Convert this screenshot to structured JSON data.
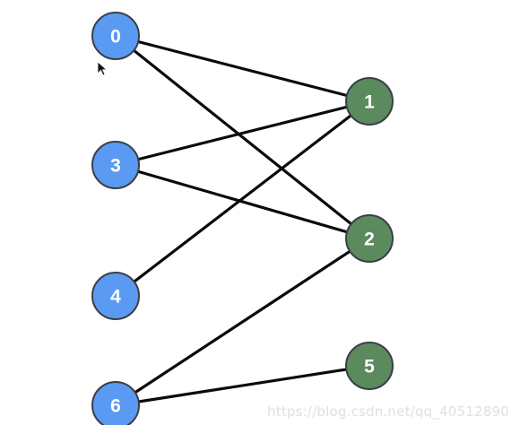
{
  "graph": {
    "colors": {
      "left": "#5b9af2",
      "right": "#5a8a5e",
      "edge": "#0a0a0a",
      "node_border": "#3a3f45"
    },
    "left_nodes": [
      {
        "id": "0",
        "label": "0"
      },
      {
        "id": "3",
        "label": "3"
      },
      {
        "id": "4",
        "label": "4"
      },
      {
        "id": "6",
        "label": "6"
      }
    ],
    "right_nodes": [
      {
        "id": "1",
        "label": "1"
      },
      {
        "id": "2",
        "label": "2"
      },
      {
        "id": "5",
        "label": "5"
      }
    ],
    "edges": [
      [
        "0",
        "1"
      ],
      [
        "0",
        "2"
      ],
      [
        "3",
        "1"
      ],
      [
        "3",
        "2"
      ],
      [
        "4",
        "1"
      ],
      [
        "6",
        "2"
      ],
      [
        "6",
        "5"
      ]
    ]
  },
  "cursor": {
    "icon": "pointer-arrow-icon"
  },
  "watermark": "https://blog.csdn.net/qq_40512890"
}
